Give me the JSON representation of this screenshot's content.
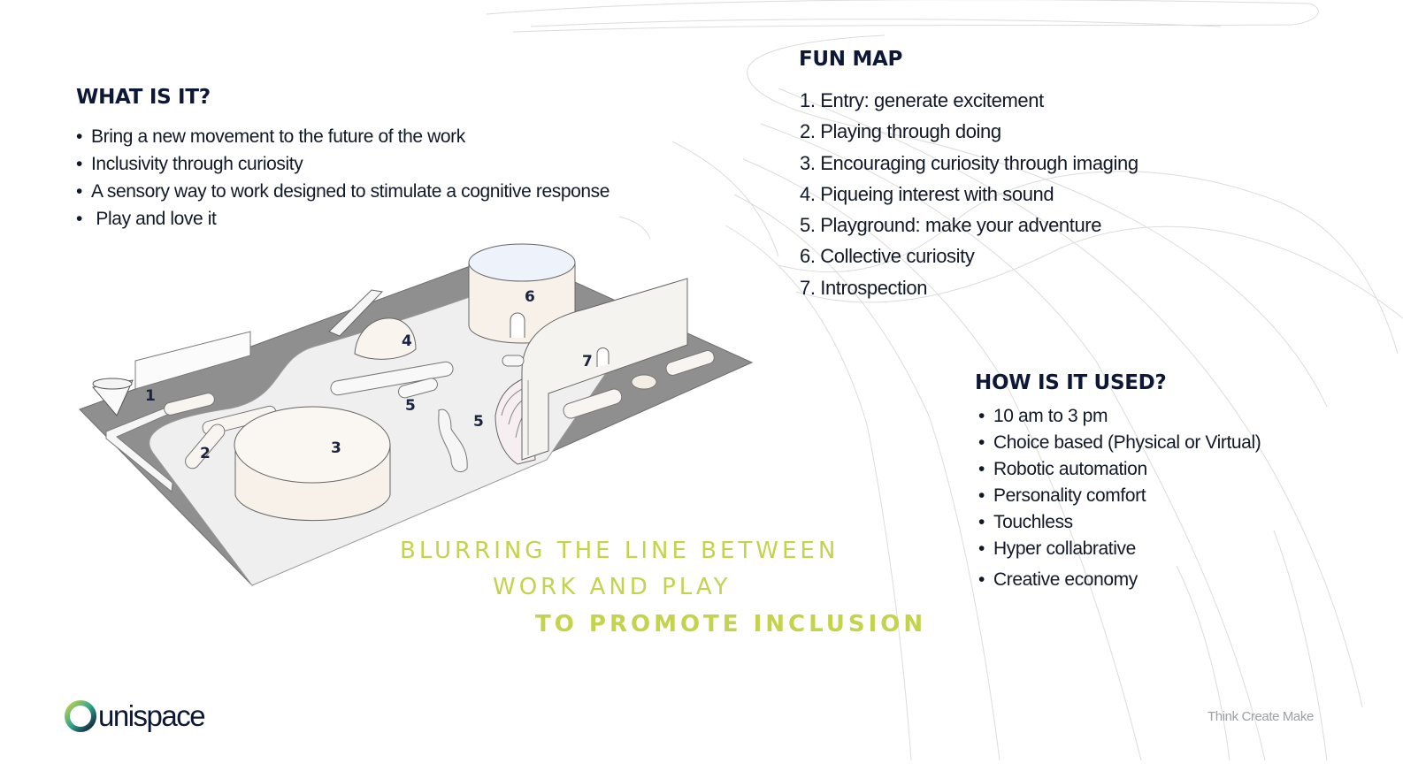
{
  "what_is_it": {
    "heading": "WHAT IS IT?",
    "items": [
      "Bring a new movement to the future of the work",
      "Inclusivity through curiosity",
      "A sensory way to work designed to stimulate a cognitive response",
      " Play and love it"
    ]
  },
  "fun_map": {
    "heading": "FUN MAP",
    "items": [
      "1. Entry: generate excitement",
      "2. Playing through doing",
      "3. Encouraging curiosity through imaging",
      "4. Piqueing interest with sound",
      "5. Playground: make your adventure",
      "6. Collective curiosity",
      "7. Introspection"
    ]
  },
  "how_used": {
    "heading": "HOW IS IT USED?",
    "items": [
      "10 am to 3 pm",
      "Choice based (Physical or Virtual)",
      "Robotic automation",
      "Personality comfort",
      "Touchless",
      "Hyper collabrative",
      "Creative economy"
    ]
  },
  "map_labels": [
    "1",
    "2",
    "3",
    "4",
    "5",
    "5",
    "6",
    "7"
  ],
  "tagline_block": {
    "line1": "BLURRING THE LINE BETWEEN",
    "line2": "WORK AND PLAY",
    "line3": "TO PROMOTE INCLUSION"
  },
  "footer": {
    "logo_text": "unispace",
    "tagline": "Think Create Make"
  },
  "colors": {
    "accent_green": "#c3d34b",
    "heading_navy": "#0d1836",
    "floor_dark": "#8f8f8f",
    "floor_light": "#efefef"
  }
}
